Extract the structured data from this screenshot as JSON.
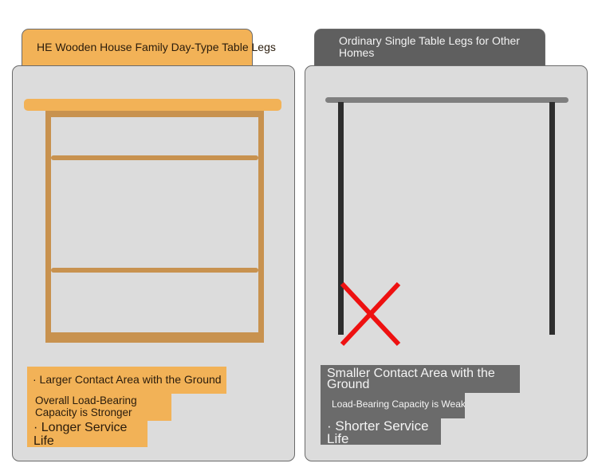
{
  "left": {
    "title": "HE Wooden House Family Day-Type Table Legs",
    "features": [
      "· Larger Contact Area with the Ground",
      "Overall Load-Bearing Capacity is Stronger",
      "· Longer Service Life"
    ],
    "wood_color": "#c8924f",
    "accent_color": "#f2b257"
  },
  "right": {
    "title": "Ordinary Single Table Legs for Other Homes",
    "features": [
      "Smaller Contact Area with the Ground",
      "Load-Bearing Capacity is Weaker",
      "· Shorter Service Life"
    ],
    "leg_color": "#2e2e2e",
    "accent_color": "#6b6b6b",
    "cross_color": "#ee1111"
  }
}
